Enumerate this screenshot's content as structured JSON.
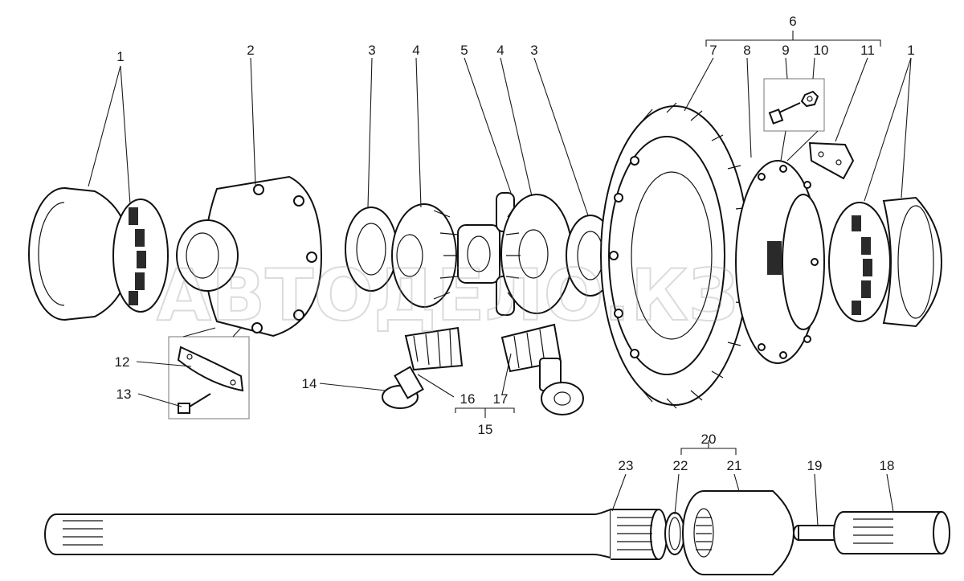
{
  "watermark": "АВТОДЕЛО.КЗ",
  "callouts": {
    "c1_left": "1",
    "c2": "2",
    "c3_left": "3",
    "c4_left": "4",
    "c5": "5",
    "c4_right": "4",
    "c3_right": "3",
    "c6": "6",
    "c7": "7",
    "c8": "8",
    "c9": "9",
    "c10": "10",
    "c11": "11",
    "c1_right": "1",
    "c12": "12",
    "c13": "13",
    "c14": "14",
    "c16": "16",
    "c17": "17",
    "c15": "15",
    "c20": "20",
    "c23": "23",
    "c22": "22",
    "c21": "21",
    "c19": "19",
    "c18": "18"
  }
}
